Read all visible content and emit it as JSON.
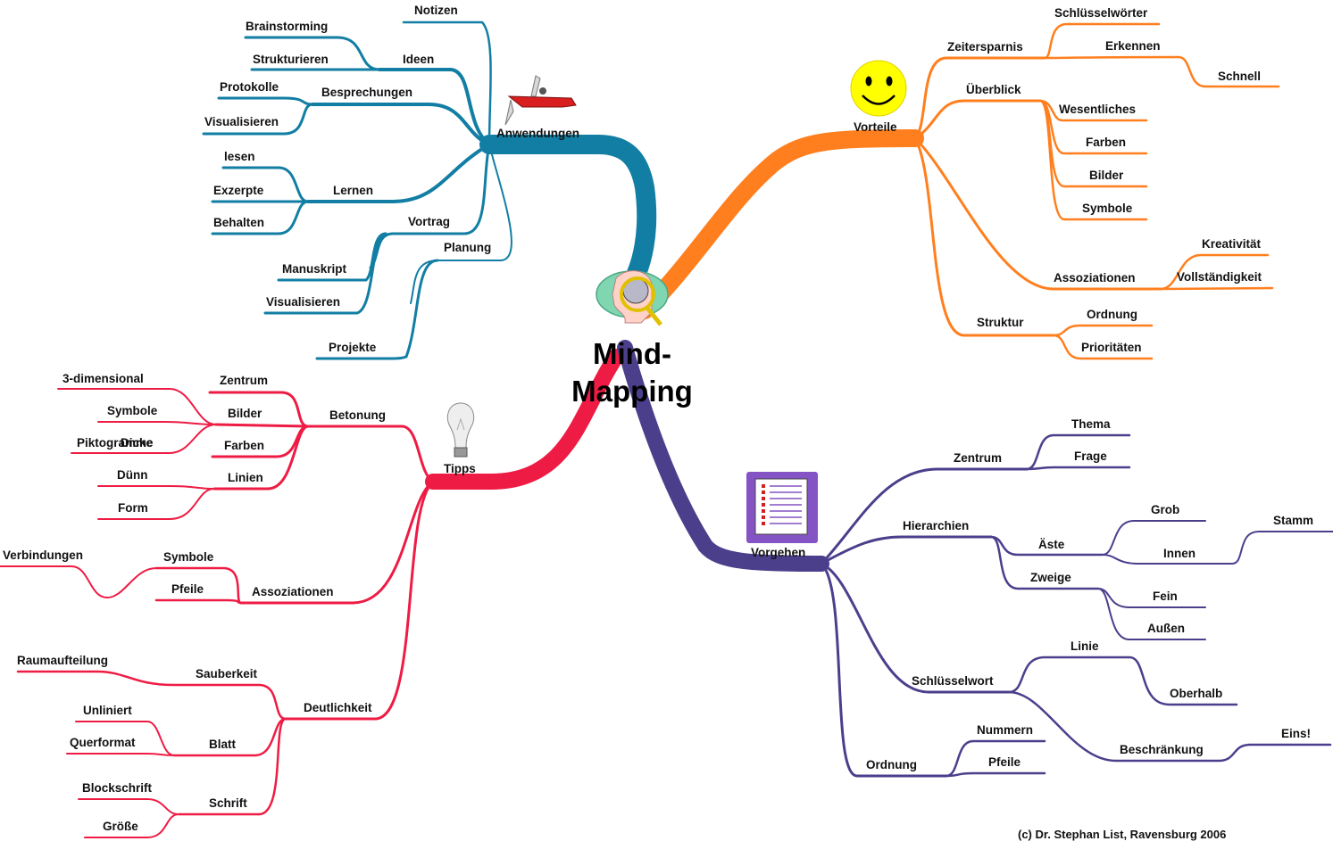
{
  "center": {
    "line1": "Mind-",
    "line2": "Mapping"
  },
  "copyright": "(c) Dr. Stephan List, Ravensburg 2006",
  "colors": {
    "anwendungen": "#127ea4",
    "vorteile": "#ff7f1e",
    "tipps": "#ee1c44",
    "vorgehen": "#4b3f8c"
  },
  "icons": {
    "center": "head-magnifier-icon",
    "anwendungen": "swiss-army-knife-icon",
    "vorteile": "smiley-icon",
    "tipps": "light-bulb-icon",
    "vorgehen": "checklist-icon"
  },
  "labels": {
    "anwendungen": "Anwendungen",
    "notizen": "Notizen",
    "ideen": "Ideen",
    "brainstorming": "Brainstorming",
    "strukturieren": "Strukturieren",
    "besprechungen": "Besprechungen",
    "protokolle": "Protokolle",
    "visualisieren_a": "Visualisieren",
    "lernen": "Lernen",
    "lesen": "lesen",
    "excerpte": "Exzerpte",
    "behalten": "Behalten",
    "vortrag": "Vortrag",
    "planung": "Planung",
    "manuskript": "Manuskript",
    "visualisieren_b": "Visualisieren",
    "projekte": "Projekte",
    "vorteile": "Vorteile",
    "zeitersparnis": "Zeitersparnis",
    "schluesselwoerter": "Schlüsselwörter",
    "erkennen": "Erkennen",
    "schnell": "Schnell",
    "ueberblick": "Überblick",
    "wesentliches": "Wesentliches",
    "farben_v": "Farben",
    "bilder_v": "Bilder",
    "symbole_v": "Symbole",
    "assoziationen_v": "Assoziationen",
    "kreativitaet": "Kreativität",
    "vollstaendigkeit": "Vollständigkeit",
    "struktur": "Struktur",
    "ordnung_v": "Ordnung",
    "prioritaeten": "Prioritäten",
    "tipps": "Tipps",
    "betonung": "Betonung",
    "zentrum_t": "Zentrum",
    "dimensional": "3-dimensional",
    "bilder_t": "Bilder",
    "symbole_t1": "Symbole",
    "piktogramme": "Piktogramme",
    "farben_t": "Farben",
    "duenne": "Dicke",
    "linien": "Linien",
    "duenn": "Dünn",
    "form": "Form",
    "assoziationen_t": "Assoziationen",
    "symbole_t2": "Symbole",
    "verbindungen": "Verbindungen",
    "pfeile_t": "Pfeile",
    "deutlichkeit": "Deutlichkeit",
    "sauberkeit": "Sauberkeit",
    "raumaufteilung": "Raumaufteilung",
    "blatt": "Blatt",
    "unliniert": "Unliniert",
    "querformat": "Querformat",
    "schrift": "Schrift",
    "blockschrift": "Blockschrift",
    "groesse": "Größe",
    "vorgehen": "Vorgehen",
    "zentrum_g": "Zentrum",
    "thema": "Thema",
    "frage": "Frage",
    "hierarchien": "Hierarchien",
    "aeste": "Äste",
    "grob": "Grob",
    "innen": "Innen",
    "stamm": "Stamm",
    "zweige": "Zweige",
    "fein": "Fein",
    "aussen": "Außen",
    "schluesselwort": "Schlüsselwort",
    "linie": "Linie",
    "oberhalb": "Oberhalb",
    "beschraenkung": "Beschränkung",
    "eins": "Eins!",
    "ordnung_g": "Ordnung",
    "nummern": "Nummern",
    "pfeile_g": "Pfeile"
  }
}
